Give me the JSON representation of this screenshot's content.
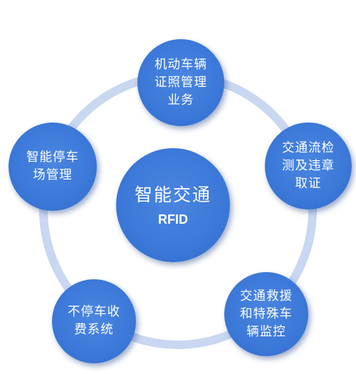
{
  "center": {
    "title": "智能交通",
    "subtitle": "RFID"
  },
  "nodes": [
    {
      "label": "机动车辆\n证照管理\n业务"
    },
    {
      "label": "交通流检\n测及违章\n取证"
    },
    {
      "label": "交通救援\n和特殊车\n辆监控"
    },
    {
      "label": "不停车收\n费系统"
    },
    {
      "label": "智能停车\n场管理"
    }
  ],
  "colors": {
    "node_fill": "#3b78d8",
    "ring": "#c9d7f0",
    "text": "#ffffff"
  }
}
